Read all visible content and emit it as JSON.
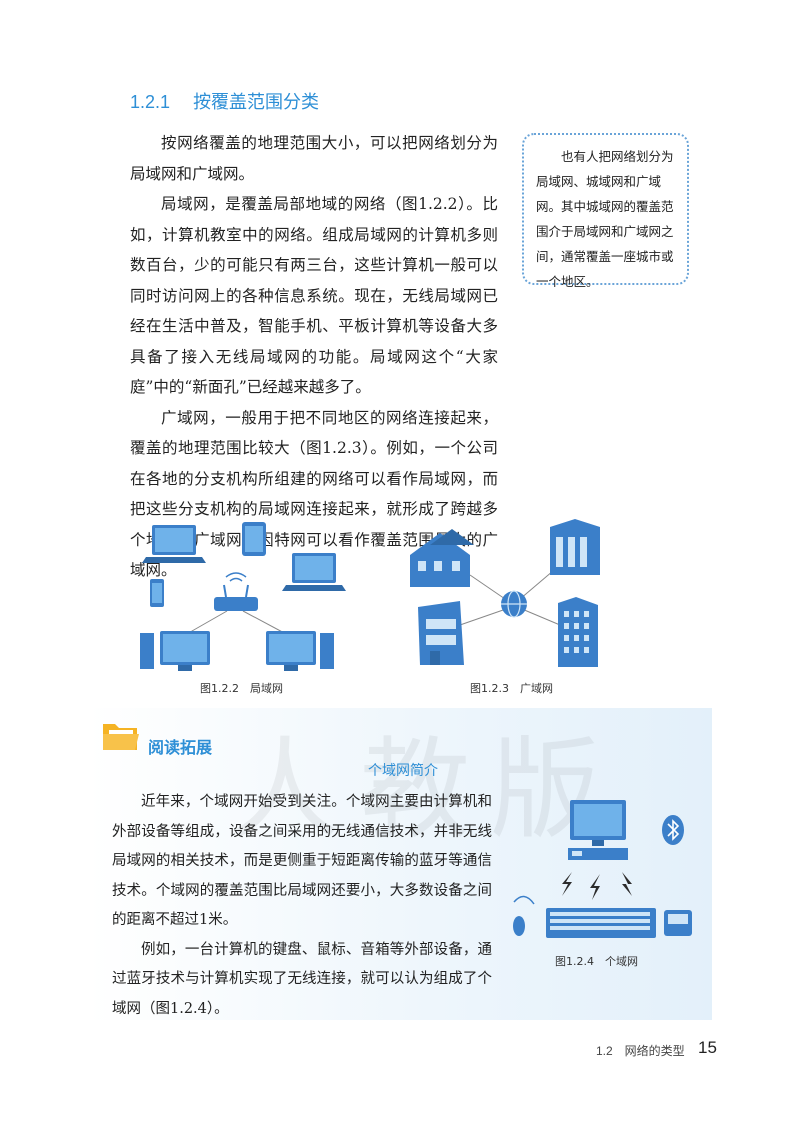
{
  "section": {
    "number": "1.2.1",
    "title": "按覆盖范围分类"
  },
  "paragraphs": [
    "按网络覆盖的地理范围大小，可以把网络划分为局域网和广域网。",
    "局域网，是覆盖局部地域的网络（图1.2.2）。比如，计算机教室中的网络。组成局域网的计算机多则数百台，少的可能只有两三台，这些计算机一般可以同时访问网上的各种信息系统。现在，无线局域网已经在生活中普及，智能手机、平板计算机等设备大多具备了接入无线局域网的功能。局域网这个“大家庭”中的“新面孔”已经越来越多了。",
    "广域网，一般用于把不同地区的网络连接起来，覆盖的地理范围比较大（图1.2.3）。例如，一个公司在各地的分支机构所组建的网络可以看作局域网，而把这些分支机构的局域网连接起来，就形成了跨越多个地域的广域网。因特网可以看作覆盖范围最大的广域网。"
  ],
  "side_note": "也有人把网络划分为局域网、城域网和广域网。其中城域网的覆盖范围介于局域网和广域网之间，通常覆盖一座城市或一个地区。",
  "figures": {
    "lan_caption": "图1.2.2　局域网",
    "wan_caption": "图1.2.3　广域网",
    "pan_caption": "图1.2.4　个域网"
  },
  "reading": {
    "title": "阅读拓展",
    "subtitle": "个域网简介",
    "paragraphs": [
      "近年来，个域网开始受到关注。个域网主要由计算机和外部设备等组成，设备之间采用的无线通信技术，并非无线局域网的相关技术，而是更侧重于短距离传输的蓝牙等通信技术。个域网的覆盖范围比局域网还要小，大多数设备之间的距离不超过1米。",
      "例如，一台计算机的键盘、鼠标、音箱等外部设备，通过蓝牙技术与计算机实现了无线连接，就可以认为组成了个域网（图1.2.4）。"
    ]
  },
  "footer": {
    "section": "1.2　网络的类型",
    "page": "15"
  },
  "colors": {
    "accent": "#2e8fd6",
    "device_blue": "#3b7fc9",
    "folder_yellow": "#f5b324"
  }
}
